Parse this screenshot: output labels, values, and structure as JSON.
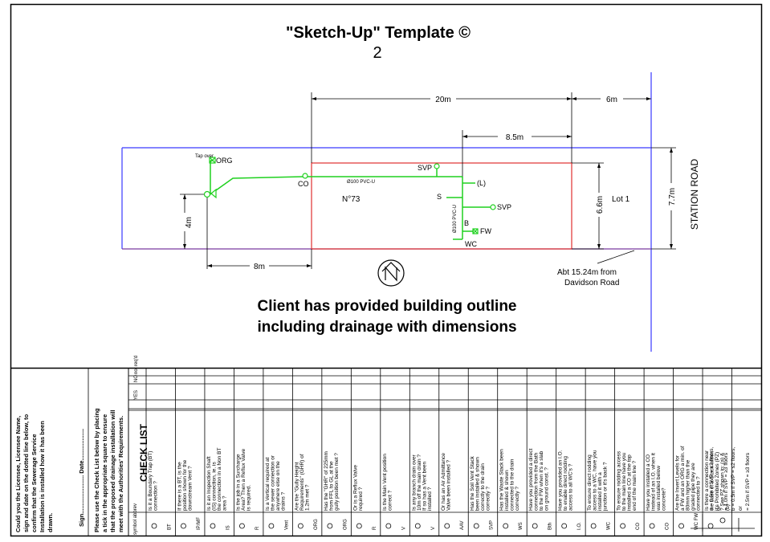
{
  "header": {
    "title": "\"Sketch-Up\" Template ©",
    "number": "2"
  },
  "plan": {
    "dims": {
      "top_20m": "20m",
      "top_6m": "6m",
      "mid_8_5m": "8.5m",
      "left_4m": "4m",
      "bottom_8m": "8m",
      "right_6_6m": "6.6m",
      "right_7_7m": "7.7m"
    },
    "labels": {
      "tap_over": "Tap over",
      "org": "ORG",
      "co": "CO",
      "pipe_main": "Ø100 PVC-U",
      "lot_number": "N°73",
      "svp_top": "SVP",
      "l": "(L)",
      "s": "S",
      "svp_right": "SVP",
      "pipe_vert": "Ø100 PVC-U",
      "b": "B",
      "fw": "FW",
      "wc": "WC",
      "lot": "Lot 1",
      "road": "STATION ROAD",
      "abt_line1": "Abt  15.24m from",
      "abt_line2": "Davidson Road"
    },
    "note": {
      "line1": "Client has provided building outline",
      "line2": "including drainage with dimensions"
    }
  },
  "checklist": {
    "sidebar_lines": [
      "Could you the Licensee, Licensee Name,",
      "sign and date on the dotted line below, to",
      "confirm that the Sewerage Service",
      "Installation is installed how it has been",
      "drawn."
    ],
    "sign_line": "Sign.......................   Date...................",
    "instruction_lines": [
      "Please use the Check List below by placing",
      "a tick in the appropriate square to ensure",
      "that the proposed drainage installation will",
      "meet with the Authorities' Requirements."
    ],
    "title": "CHECK LIST",
    "symbol_header": "symbol abbrev",
    "yes_header": "YES",
    "no_header": "NO",
    "not_reqd_header": "not req'd",
    "rows": [
      {
        "abbr": "BT",
        "text": "Is it a Boundary Trap (BT) connection ?"
      },
      {
        "abbr": "IP/MF",
        "text": "If there is a BT, is the position shown for the downstream Vent ?"
      },
      {
        "abbr": "IS",
        "text": "Is it an Inspection Shaft (IS) connection, ie. is the connection in a Non BT area ?"
      },
      {
        "abbr": "R",
        "text": "Is the job in a Surcharge Area? Then a Reflux Valve is required."
      },
      {
        "abbr": "Vent",
        "text": "Is a Vertical required at the sewer connection or anywhere else on the drains ?"
      },
      {
        "abbr": "ORG",
        "text": "Are the \"Gully Height Requirements\" (GHR) of 1.2m met ?"
      },
      {
        "abbr": "ORG",
        "text": "Has the \"GHR\" of 225mm from FFL to GL at the gully position been met ?"
      },
      {
        "abbr": "R",
        "text": "Or is a Reflux Valve required ?"
      },
      {
        "abbr": "V",
        "text": "Is the Main Vent position correct ?"
      },
      {
        "abbr": "V",
        "text": "Is any branch drain over 10m off the main drain ? If so has a Vent been installed ?"
      },
      {
        "abbr": "AAV",
        "text": "Or has an Air Admittance Valve been installed ?"
      },
      {
        "abbr": "SVP",
        "text": "Has the Soil Vent Stack been installed & shown correctly to the drain correctly ?"
      },
      {
        "abbr": "WS",
        "text": "Has the Waste Stack been installed & shown connected to the drain correctly ?"
      },
      {
        "abbr": "Bth",
        "text": "Have you provided a direct connection from the Bath to the FW when it's a slab on ground const. ?"
      },
      {
        "abbr": "I.O.",
        "text": "Have you provided an I.O. to enable direct rodding access to all WC's ?"
      },
      {
        "abbr": "WC",
        "text": "To ensure direct rodding access to a WC, have you installed it with a junction or it's back ?"
      },
      {
        "abbr": "CO",
        "text": "To ensure rodding access to the main line have you installed a CO at the top end of the main line ?"
      },
      {
        "abbr": "CO",
        "text": "Have you installed a CO instead of an I.O. when it was installed below concrete?"
      },
      {
        "abbr": "WC FW",
        "text": "Are the Invert Levels for a FW and an ORG a min. of 80mm higher than the graded pipe they are connected to ?"
      },
      {
        "abbr": "",
        "text": "Is there a connection near the base of a Stack within it's Prohibited Zones (PZ) ? See PZ shown in: (a) & (b)"
      }
    ],
    "pz_lines": [
      "a = 0.5m if SVP = ≤2 floors,",
      "or",
      "= 1.0m if SVP = ≥3 floors",
      "b = 0.5m if SVP = ≤2 floors,",
      "or",
      "= 2.5m if SVP = ≥3 floors"
    ],
    "pz_letters": [
      "a",
      "b",
      "s",
      "SVP",
      "(a)",
      "(b)"
    ]
  }
}
